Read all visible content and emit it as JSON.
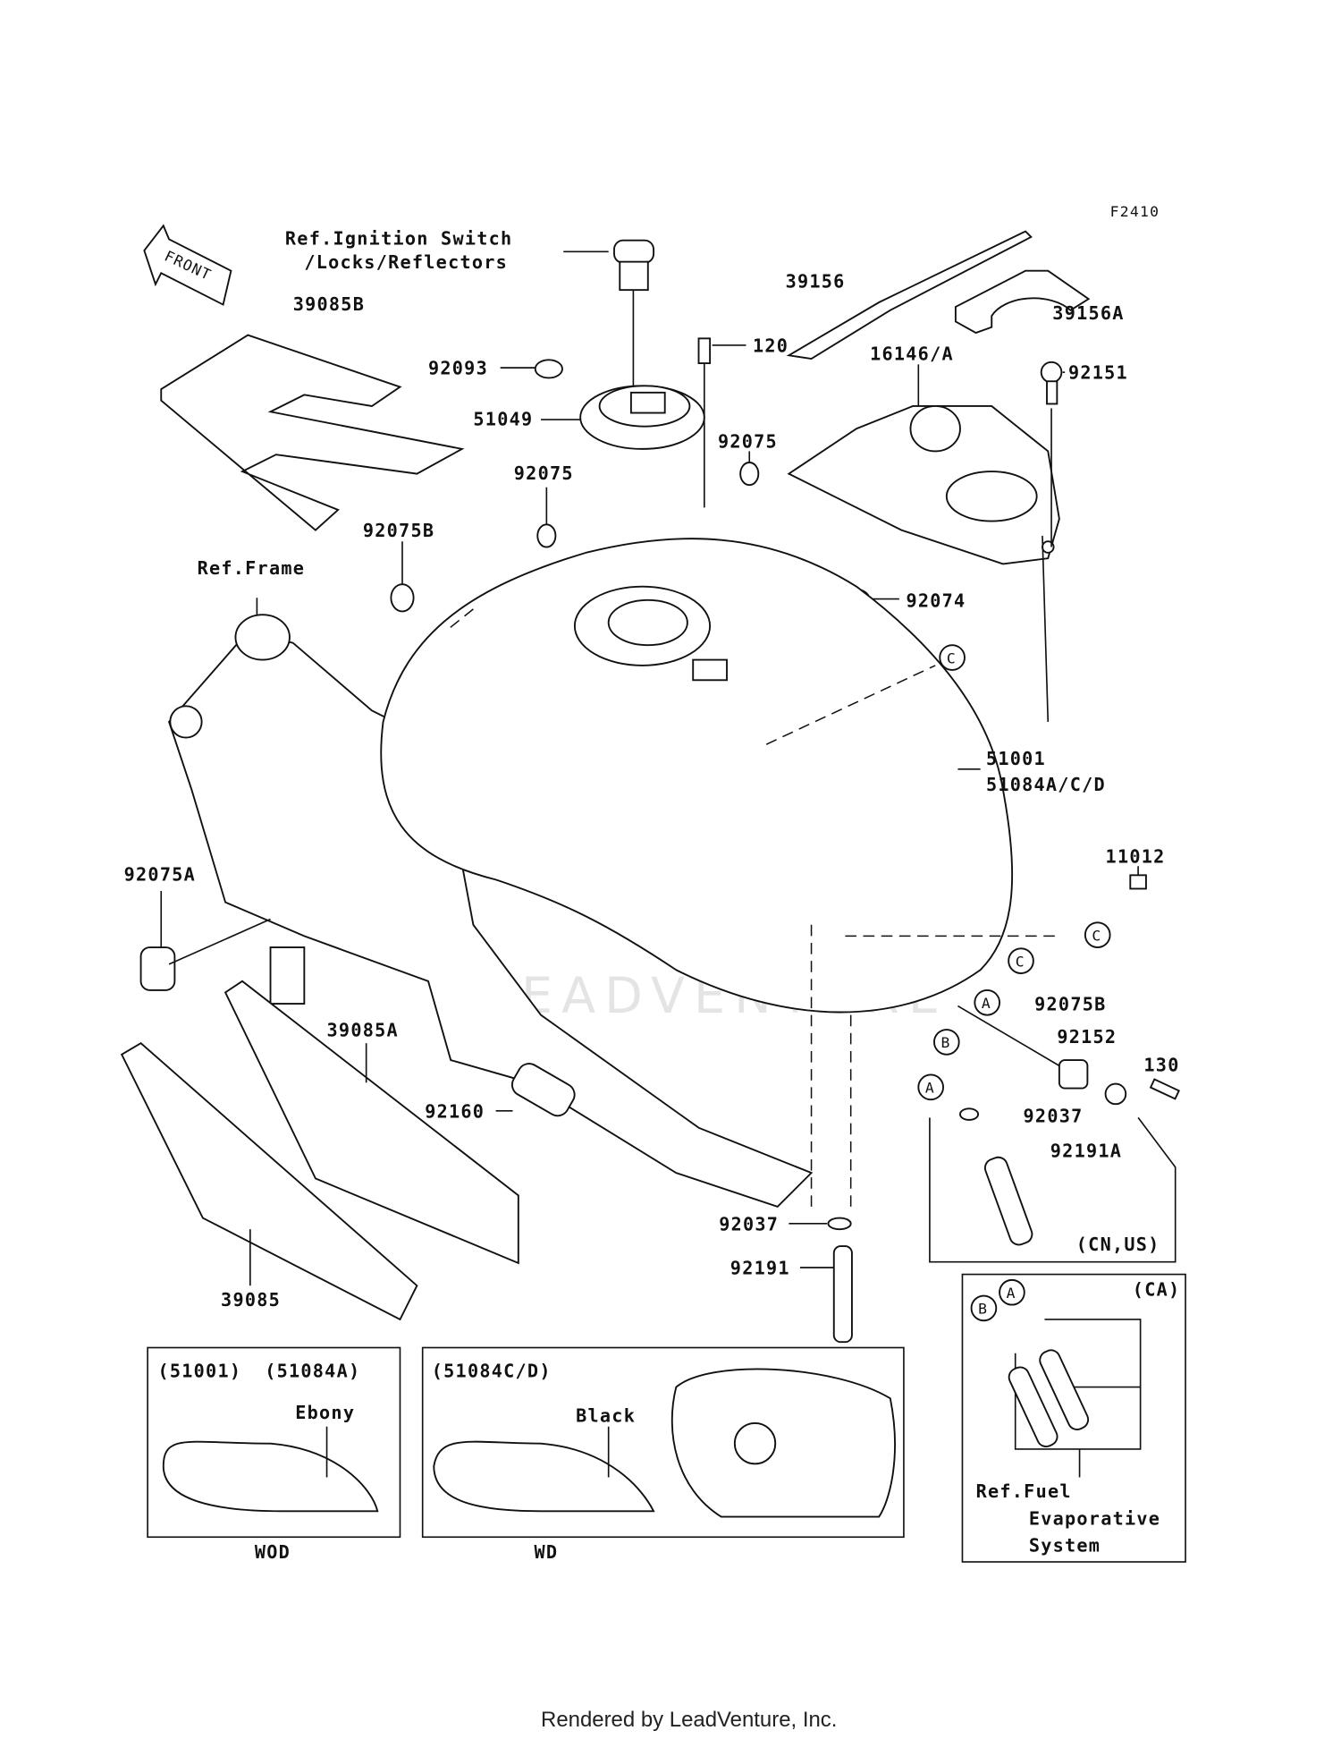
{
  "diagram_code": "F2410",
  "front_arrow": "FRONT",
  "watermark": "LEADVENTURE",
  "refs": {
    "ignition_1": "Ref.Ignition Switch",
    "ignition_2": "/Locks/Reflectors",
    "frame": "Ref.Frame",
    "fuel_1": "Ref.Fuel",
    "fuel_2": "Evaporative",
    "fuel_3": "System"
  },
  "parts": {
    "p39156": "39156",
    "p39156A": "39156A",
    "p39085B": "39085B",
    "p120": "120",
    "p92093": "92093",
    "p16146A": "16146/A",
    "p92151": "92151",
    "p51049": "51049",
    "p92075_r": "92075",
    "p92075_l": "92075",
    "p92075B_top": "92075B",
    "p92074": "92074",
    "p51001": "51001",
    "p51084ACD": "51084A/C/D",
    "p11012": "11012",
    "p92075A": "92075A",
    "p92075B_bot": "92075B",
    "p92152": "92152",
    "p130": "130",
    "p39085A": "39085A",
    "p92160": "92160",
    "p92037_r": "92037",
    "p92191A": "92191A",
    "p92037_c": "92037",
    "p92191": "92191",
    "p39085": "39085"
  },
  "markers": {
    "A": "A",
    "B": "B",
    "C": "C"
  },
  "boxes": {
    "cnus": "(CN,US)",
    "ca": "(CA)",
    "wod_head1": "(51001)",
    "wod_head2": "(51084A)",
    "wod_color": "Ebony",
    "wod_label": "WOD",
    "wd_head": "(51084C/D)",
    "wd_color": "Black",
    "wd_label": "WD"
  },
  "footer": "Rendered by LeadVenture, Inc."
}
